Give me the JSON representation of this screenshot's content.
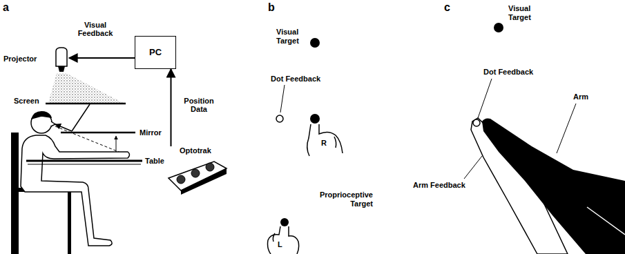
{
  "diagram": {
    "nodes": [
      {
        "text": [
          "Projector"
        ]
      },
      {
        "text": [
          "PC"
        ]
      },
      {
        "text": [
          "Optotrak"
        ]
      }
    ],
    "edges": [
      {
        "from": 1,
        "to": 0,
        "arrow": "to",
        "label": "Visual Feedback"
      },
      {
        "from": 2,
        "to": 1,
        "arrow": "to",
        "label": "Position Data"
      }
    ],
    "labels": [
      "a",
      "b",
      "c",
      "Screen",
      "Mirror",
      "Table",
      "Visual Target",
      "Dot Feedback",
      "R",
      "Proprioceptive Target",
      "L",
      "Visual Target",
      "Dot Feedback",
      "Arm",
      "Arm Feedback"
    ]
  }
}
